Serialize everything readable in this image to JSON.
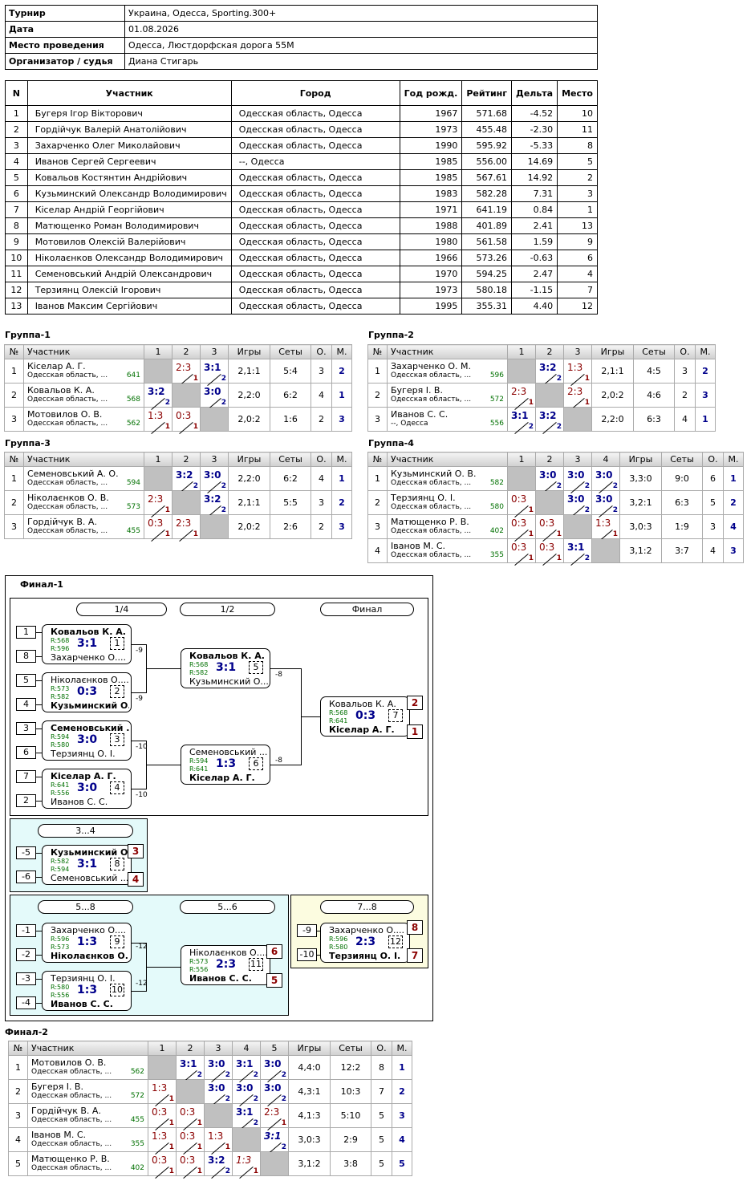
{
  "info": [
    [
      "Турнир",
      "Украина, Одесса, Sporting.300+"
    ],
    [
      "Дата",
      "01.08.2026"
    ],
    [
      "Место проведения",
      "Одесса, Люстдорфская дорога 55М"
    ],
    [
      "Организатор / судья",
      "Диана Стигарь"
    ]
  ],
  "participants_headers": [
    "N",
    "Участник",
    "Город",
    "Год рожд.",
    "Рейтинг",
    "Дельта",
    "Место"
  ],
  "participants": [
    [
      "1",
      "Бугеря Ігор Вікторович",
      "Одесская область, Одесса",
      "1967",
      "571.68",
      "-4.52",
      "10"
    ],
    [
      "2",
      "Гордійчук Валерій Анатолійович",
      "Одесская область, Одесса",
      "1973",
      "455.48",
      "-2.30",
      "11"
    ],
    [
      "3",
      "Захарченко Олег Миколайович",
      "Одесская область, Одесса",
      "1990",
      "595.92",
      "-5.33",
      "8"
    ],
    [
      "4",
      "Иванов Сергей Сергеевич",
      "--, Одесса",
      "1985",
      "556.00",
      "14.69",
      "5"
    ],
    [
      "5",
      "Ковальов Костянтин Андрійович",
      "Одесская область, Одесса",
      "1985",
      "567.61",
      "14.92",
      "2"
    ],
    [
      "6",
      "Кузьминский Олександр Володимирович",
      "Одесская область, Одесса",
      "1983",
      "582.28",
      "7.31",
      "3"
    ],
    [
      "7",
      "Кіселар Андрій Георгійович",
      "Одесская область, Одесса",
      "1971",
      "641.19",
      "0.84",
      "1"
    ],
    [
      "8",
      "Матющенко Роман Володимирович",
      "Одесская область, Одесса",
      "1988",
      "401.89",
      "2.41",
      "13"
    ],
    [
      "9",
      "Мотовилов Олексій Валерійович",
      "Одесская область, Одесса",
      "1980",
      "561.58",
      "1.59",
      "9"
    ],
    [
      "10",
      "Ніколаєнков Олександр Володимирович",
      "Одесская область, Одесса",
      "1966",
      "573.26",
      "-0.63",
      "6"
    ],
    [
      "11",
      "Семеновський Андрій Олександрович",
      "Одесская область, Одесса",
      "1970",
      "594.25",
      "2.47",
      "4"
    ],
    [
      "12",
      "Терзиянц Олексій Ігорович",
      "Одесская область, Одесса",
      "1973",
      "580.18",
      "-1.15",
      "7"
    ],
    [
      "13",
      "Іванов Максим Сергійович",
      "Одесская область, Одесса",
      "1995",
      "355.31",
      "4.40",
      "12"
    ]
  ],
  "group_headers": {
    "num": "№",
    "name": "Участник",
    "games": "Игры",
    "sets": "Сеты",
    "points": "О.",
    "place": "М."
  },
  "groups": [
    {
      "title": "Группа-1",
      "rows": [
        {
          "n": "1",
          "name": "Кіселар А. Г.",
          "city": "Одесская область, ...",
          "rating": "641",
          "res": [
            null,
            {
              "s": "2:3",
              "w": false,
              "p": "1"
            },
            {
              "s": "3:1",
              "w": true,
              "p": "2"
            }
          ],
          "games": "2,1:1",
          "sets": "5:4",
          "pts": "3",
          "place": "2"
        },
        {
          "n": "2",
          "name": "Ковальов К. А.",
          "city": "Одесская область, ...",
          "rating": "568",
          "res": [
            {
              "s": "3:2",
              "w": true,
              "p": "2"
            },
            null,
            {
              "s": "3:0",
              "w": true,
              "p": "2"
            }
          ],
          "games": "2,2:0",
          "sets": "6:2",
          "pts": "4",
          "place": "1"
        },
        {
          "n": "3",
          "name": "Мотовилов О. В.",
          "city": "Одесская область, ...",
          "rating": "562",
          "res": [
            {
              "s": "1:3",
              "w": false,
              "p": "1"
            },
            {
              "s": "0:3",
              "w": false,
              "p": "1"
            },
            null
          ],
          "games": "2,0:2",
          "sets": "1:6",
          "pts": "2",
          "place": "3"
        }
      ]
    },
    {
      "title": "Группа-2",
      "rows": [
        {
          "n": "1",
          "name": "Захарченко О. М.",
          "city": "Одесская область, ...",
          "rating": "596",
          "res": [
            null,
            {
              "s": "3:2",
              "w": true,
              "p": "2"
            },
            {
              "s": "1:3",
              "w": false,
              "p": "1"
            }
          ],
          "games": "2,1:1",
          "sets": "4:5",
          "pts": "3",
          "place": "2"
        },
        {
          "n": "2",
          "name": "Бугеря І. В.",
          "city": "Одесская область, ...",
          "rating": "572",
          "res": [
            {
              "s": "2:3",
              "w": false,
              "p": "1"
            },
            null,
            {
              "s": "2:3",
              "w": false,
              "p": "1"
            }
          ],
          "games": "2,0:2",
          "sets": "4:6",
          "pts": "2",
          "place": "3"
        },
        {
          "n": "3",
          "name": "Иванов С. С.",
          "city": "--, Одесса",
          "rating": "556",
          "res": [
            {
              "s": "3:1",
              "w": true,
              "p": "2"
            },
            {
              "s": "3:2",
              "w": true,
              "p": "2"
            },
            null
          ],
          "games": "2,2:0",
          "sets": "6:3",
          "pts": "4",
          "place": "1"
        }
      ]
    },
    {
      "title": "Группа-3",
      "rows": [
        {
          "n": "1",
          "name": "Семеновський А. О.",
          "city": "Одесская область, ...",
          "rating": "594",
          "res": [
            null,
            {
              "s": "3:2",
              "w": true,
              "p": "2"
            },
            {
              "s": "3:0",
              "w": true,
              "p": "2"
            }
          ],
          "games": "2,2:0",
          "sets": "6:2",
          "pts": "4",
          "place": "1"
        },
        {
          "n": "2",
          "name": "Ніколаєнков О. В.",
          "city": "Одесская область, ...",
          "rating": "573",
          "res": [
            {
              "s": "2:3",
              "w": false,
              "p": "1"
            },
            null,
            {
              "s": "3:2",
              "w": true,
              "p": "2"
            }
          ],
          "games": "2,1:1",
          "sets": "5:5",
          "pts": "3",
          "place": "2"
        },
        {
          "n": "3",
          "name": "Гордійчук В. А.",
          "city": "Одесская область, ...",
          "rating": "455",
          "res": [
            {
              "s": "0:3",
              "w": false,
              "p": "1"
            },
            {
              "s": "2:3",
              "w": false,
              "p": "1"
            },
            null
          ],
          "games": "2,0:2",
          "sets": "2:6",
          "pts": "2",
          "place": "3"
        }
      ]
    },
    {
      "title": "Группа-4",
      "rows": [
        {
          "n": "1",
          "name": "Кузьминский О. В.",
          "city": "Одесская область, ...",
          "rating": "582",
          "res": [
            null,
            {
              "s": "3:0",
              "w": true,
              "p": "2"
            },
            {
              "s": "3:0",
              "w": true,
              "p": "2"
            },
            {
              "s": "3:0",
              "w": true,
              "p": "2"
            }
          ],
          "games": "3,3:0",
          "sets": "9:0",
          "pts": "6",
          "place": "1"
        },
        {
          "n": "2",
          "name": "Терзиянц О. І.",
          "city": "Одесская область, ...",
          "rating": "580",
          "res": [
            {
              "s": "0:3",
              "w": false,
              "p": "1"
            },
            null,
            {
              "s": "3:0",
              "w": true,
              "p": "2"
            },
            {
              "s": "3:0",
              "w": true,
              "p": "2"
            }
          ],
          "games": "3,2:1",
          "sets": "6:3",
          "pts": "5",
          "place": "2"
        },
        {
          "n": "3",
          "name": "Матющенко Р. В.",
          "city": "Одесская область, ...",
          "rating": "402",
          "res": [
            {
              "s": "0:3",
              "w": false,
              "p": "1"
            },
            {
              "s": "0:3",
              "w": false,
              "p": "1"
            },
            null,
            {
              "s": "1:3",
              "w": false,
              "p": "1"
            }
          ],
          "games": "3,0:3",
          "sets": "1:9",
          "pts": "3",
          "place": "4"
        },
        {
          "n": "4",
          "name": "Іванов М. С.",
          "city": "Одесская область, ...",
          "rating": "355",
          "res": [
            {
              "s": "0:3",
              "w": false,
              "p": "1"
            },
            {
              "s": "0:3",
              "w": false,
              "p": "1"
            },
            {
              "s": "3:1",
              "w": true,
              "p": "2"
            },
            null
          ],
          "games": "3,1:2",
          "sets": "3:7",
          "pts": "4",
          "place": "3"
        }
      ]
    }
  ],
  "final1": {
    "title": "Финал-1",
    "rounds": [
      "1/4",
      "1/2",
      "Финал",
      "3...4",
      "5...8",
      "5...6",
      "7...8"
    ],
    "matches": [
      {
        "id": "1",
        "a": "Ковальов К. А.",
        "ra": "R:568",
        "b": "Захарченко О....",
        "rb": "R:596",
        "score": "3:1",
        "win": "a",
        "seedA": "1",
        "seedB": "8",
        "lose": "-9"
      },
      {
        "id": "2",
        "a": "Ніколаєнков О....",
        "ra": "R:573",
        "b": "Кузьминский О....",
        "rb": "R:582",
        "score": "0:3",
        "win": "b",
        "seedA": "5",
        "seedB": "4",
        "lose": "-9"
      },
      {
        "id": "3",
        "a": "Семеновський ...",
        "ra": "R:594",
        "b": "Терзиянц О. І.",
        "rb": "R:580",
        "score": "3:0",
        "win": "a",
        "seedA": "3",
        "seedB": "6",
        "lose": "-10"
      },
      {
        "id": "4",
        "a": "Кіселар А. Г.",
        "ra": "R:641",
        "b": "Иванов С. С.",
        "rb": "R:556",
        "score": "3:0",
        "win": "a",
        "seedA": "7",
        "seedB": "2",
        "lose": "-10"
      },
      {
        "id": "5",
        "a": "Ковальов К. А.",
        "ra": "R:568",
        "b": "Кузьминский О....",
        "rb": "R:582",
        "score": "3:1",
        "win": "a",
        "lose": "-8"
      },
      {
        "id": "6",
        "a": "Семеновський ...",
        "ra": "R:594",
        "b": "Кіселар А. Г.",
        "rb": "R:641",
        "score": "1:3",
        "win": "b",
        "lose": "-8"
      },
      {
        "id": "7",
        "a": "Ковальов К. А.",
        "ra": "R:568",
        "b": "Кіселар А. Г.",
        "rb": "R:641",
        "score": "0:3",
        "win": "b",
        "placeA": "2",
        "placeB": "1"
      },
      {
        "id": "8",
        "a": "Кузьминский О...",
        "ra": "R:582",
        "b": "Семеновський ...",
        "rb": "R:594",
        "score": "3:1",
        "win": "a",
        "seedA": "-5",
        "seedB": "-6",
        "placeA": "3",
        "placeB": "4"
      },
      {
        "id": "9",
        "a": "Захарченко О....",
        "ra": "R:596",
        "b": "Ніколаєнков О....",
        "rb": "R:573",
        "score": "1:3",
        "win": "b",
        "seedA": "-1",
        "seedB": "-2",
        "lose": "-12"
      },
      {
        "id": "10",
        "a": "Терзиянц О. І.",
        "ra": "R:580",
        "b": "Иванов С. С.",
        "rb": "R:556",
        "score": "1:3",
        "win": "b",
        "seedA": "-3",
        "seedB": "-4",
        "lose": "-12"
      },
      {
        "id": "11",
        "a": "Ніколаєнков О....",
        "ra": "R:573",
        "b": "Иванов С. С.",
        "rb": "R:556",
        "score": "2:3",
        "win": "b",
        "placeA": "6",
        "placeB": "5"
      },
      {
        "id": "12",
        "a": "Захарченко О....",
        "ra": "R:596",
        "b": "Терзиянц О. І.",
        "rb": "R:580",
        "score": "2:3",
        "win": "b",
        "seedA": "-9",
        "seedB": "-10",
        "placeA": "8",
        "placeB": "7"
      }
    ]
  },
  "final2": {
    "title": "Финал-2",
    "rows": [
      {
        "n": "1",
        "name": "Мотовилов О. В.",
        "city": "Одесская область, ...",
        "rating": "562",
        "res": [
          null,
          {
            "s": "3:1",
            "w": true,
            "p": "2"
          },
          {
            "s": "3:0",
            "w": true,
            "p": "2"
          },
          {
            "s": "3:1",
            "w": true,
            "p": "2"
          },
          {
            "s": "3:0",
            "w": true,
            "p": "2"
          }
        ],
        "games": "4,4:0",
        "sets": "12:2",
        "pts": "8",
        "place": "1"
      },
      {
        "n": "2",
        "name": "Бугеря І. В.",
        "city": "Одесская область, ...",
        "rating": "572",
        "res": [
          {
            "s": "1:3",
            "w": false,
            "p": "1"
          },
          null,
          {
            "s": "3:0",
            "w": true,
            "p": "2"
          },
          {
            "s": "3:0",
            "w": true,
            "p": "2"
          },
          {
            "s": "3:0",
            "w": true,
            "p": "2"
          }
        ],
        "games": "4,3:1",
        "sets": "10:3",
        "pts": "7",
        "place": "2"
      },
      {
        "n": "3",
        "name": "Гордійчук В. А.",
        "city": "Одесская область, ...",
        "rating": "455",
        "res": [
          {
            "s": "0:3",
            "w": false,
            "p": "1"
          },
          {
            "s": "0:3",
            "w": false,
            "p": "1"
          },
          null,
          {
            "s": "3:1",
            "w": true,
            "p": "2"
          },
          {
            "s": "2:3",
            "w": false,
            "p": "1"
          }
        ],
        "games": "4,1:3",
        "sets": "5:10",
        "pts": "5",
        "place": "3"
      },
      {
        "n": "4",
        "name": "Іванов М. С.",
        "city": "Одесская область, ...",
        "rating": "355",
        "res": [
          {
            "s": "1:3",
            "w": false,
            "p": "1"
          },
          {
            "s": "0:3",
            "w": false,
            "p": "1"
          },
          {
            "s": "1:3",
            "w": false,
            "p": "1"
          },
          null,
          {
            "s": "3:1",
            "w": true,
            "p": "2",
            "it": true
          }
        ],
        "games": "3,0:3",
        "sets": "2:9",
        "pts": "5",
        "place": "4"
      },
      {
        "n": "5",
        "name": "Матющенко Р. В.",
        "city": "Одесская область, ...",
        "rating": "402",
        "res": [
          {
            "s": "0:3",
            "w": false,
            "p": "1"
          },
          {
            "s": "0:3",
            "w": false,
            "p": "1"
          },
          {
            "s": "3:2",
            "w": true,
            "p": "2"
          },
          {
            "s": "1:3",
            "w": false,
            "p": "1",
            "it": true
          },
          null
        ],
        "games": "3,1:2",
        "sets": "3:8",
        "pts": "5",
        "place": "5"
      }
    ]
  }
}
